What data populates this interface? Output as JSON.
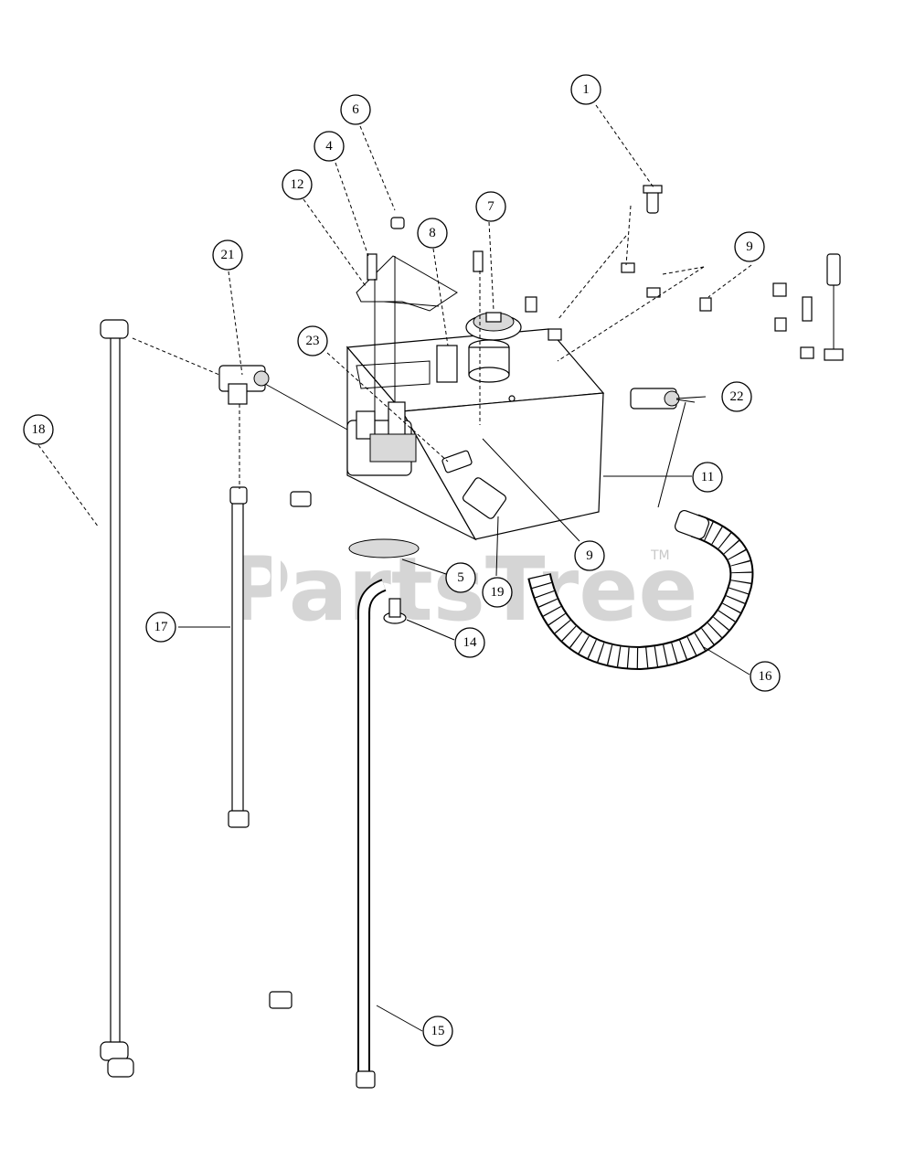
{
  "watermark": {
    "brand": "PartsTree",
    "trademark": "TM"
  },
  "callouts": [
    {
      "id": "c1",
      "label": "1"
    },
    {
      "id": "c4",
      "label": "4"
    },
    {
      "id": "c5",
      "label": "5"
    },
    {
      "id": "c6",
      "label": "6"
    },
    {
      "id": "c7",
      "label": "7"
    },
    {
      "id": "c8",
      "label": "8"
    },
    {
      "id": "c9a",
      "label": "9"
    },
    {
      "id": "c9b",
      "label": "9"
    },
    {
      "id": "c11",
      "label": "11"
    },
    {
      "id": "c12",
      "label": "12"
    },
    {
      "id": "c14",
      "label": "14"
    },
    {
      "id": "c15",
      "label": "15"
    },
    {
      "id": "c16",
      "label": "16"
    },
    {
      "id": "c17",
      "label": "17"
    },
    {
      "id": "c18",
      "label": "18"
    },
    {
      "id": "c19",
      "label": "19"
    },
    {
      "id": "c21",
      "label": "21"
    },
    {
      "id": "c22",
      "label": "22"
    },
    {
      "id": "c23",
      "label": "23"
    }
  ]
}
